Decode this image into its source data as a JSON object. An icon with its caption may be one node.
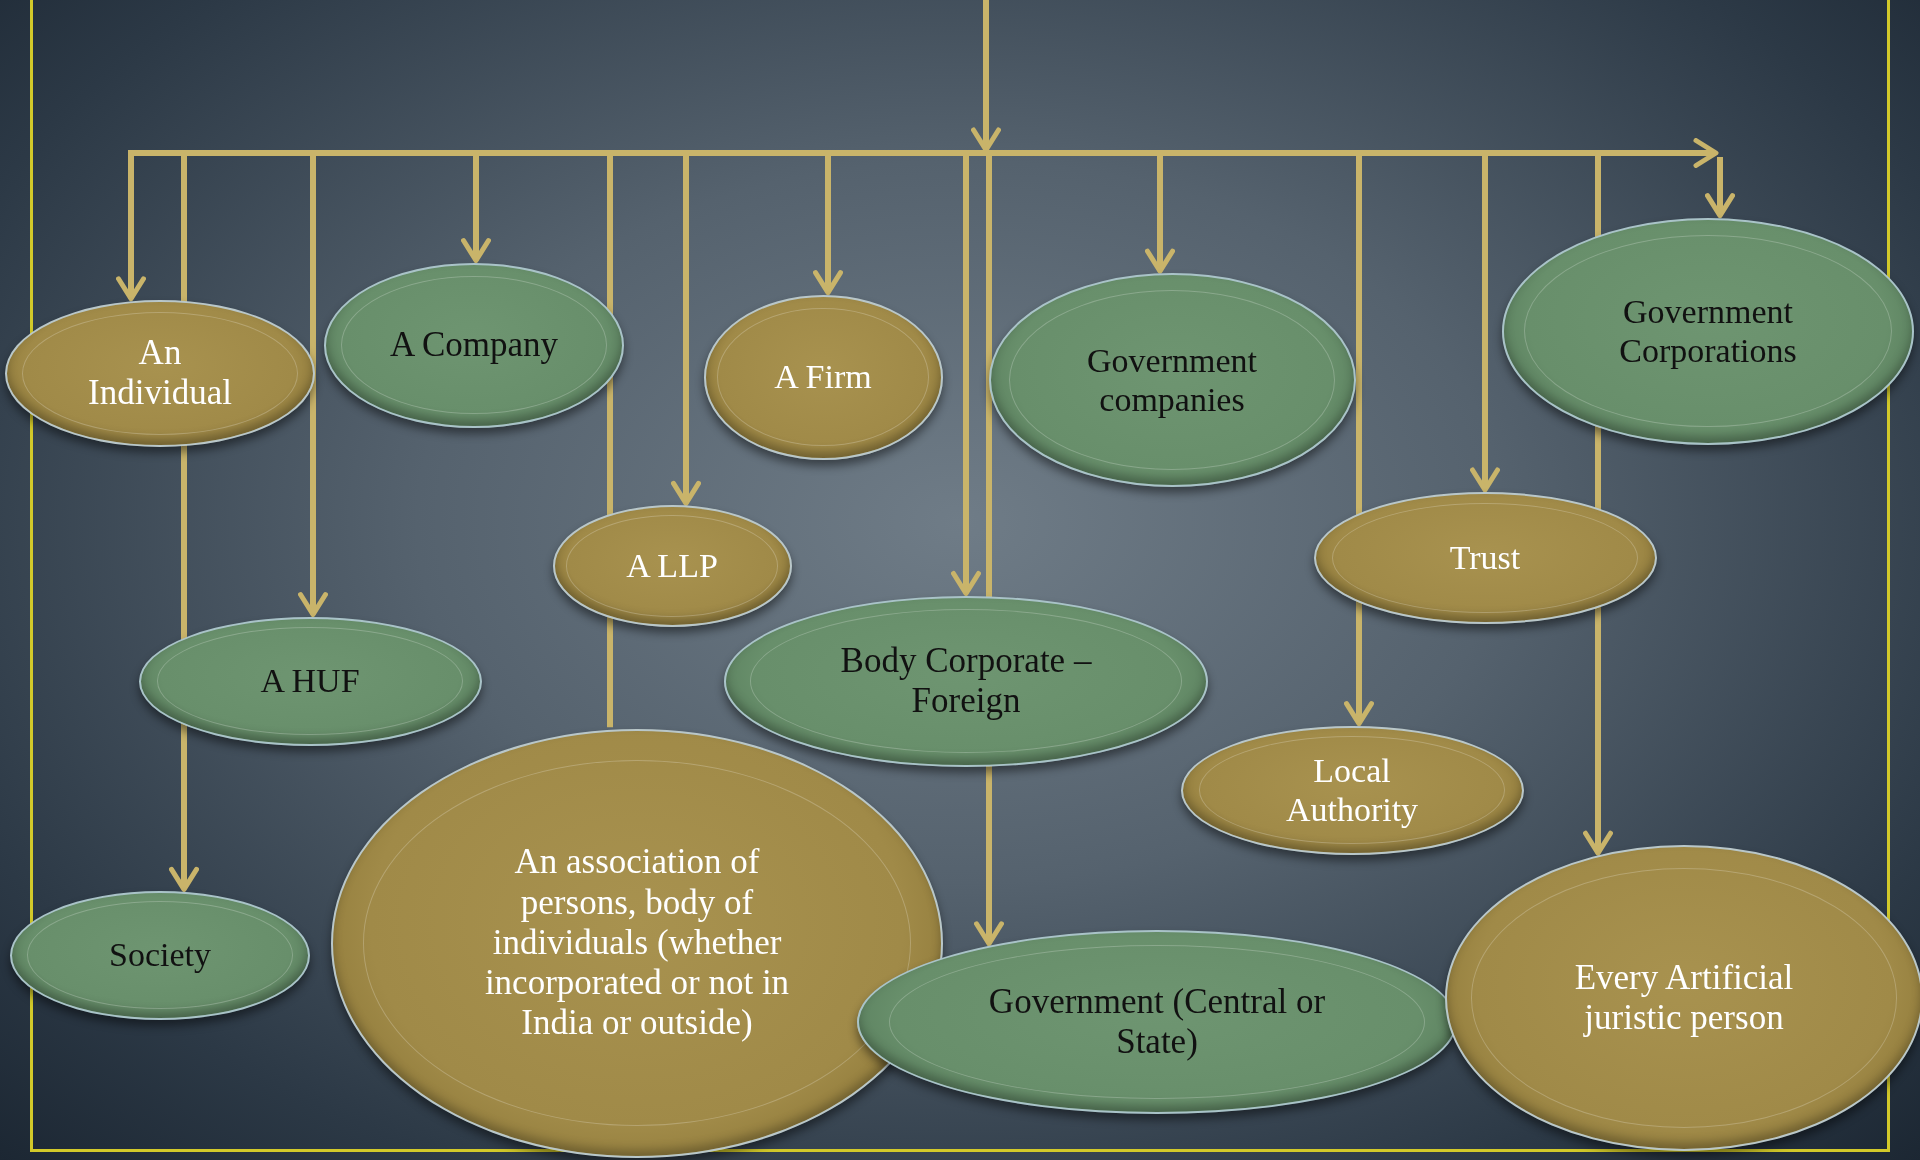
{
  "diagram": {
    "nodes": [
      {
        "text": [
          "An Individual"
        ]
      },
      {
        "text": [
          "A Company"
        ]
      },
      {
        "text": [
          "A Firm"
        ]
      },
      {
        "text": [
          "Government companies"
        ]
      },
      {
        "text": [
          "Government Corporations"
        ]
      },
      {
        "text": [
          "A LLP"
        ]
      },
      {
        "text": [
          "Trust"
        ]
      },
      {
        "text": [
          "A HUF"
        ]
      },
      {
        "text": [
          "Body Corporate – Foreign"
        ]
      },
      {
        "text": [
          "Local Authority"
        ]
      },
      {
        "text": [
          "Society"
        ]
      },
      {
        "text": [
          "An association of persons, body of individuals (whether incorporated or not in India or outside)"
        ]
      },
      {
        "text": [
          "Government (Central or State)"
        ]
      },
      {
        "text": [
          "Every Artificial juristic person"
        ]
      }
    ],
    "edges": [
      {
        "from": null,
        "to": 0,
        "arrow": "to"
      },
      {
        "from": null,
        "to": 10,
        "arrow": "to"
      },
      {
        "from": null,
        "to": 7,
        "arrow": "to"
      },
      {
        "from": null,
        "to": 1,
        "arrow": "to"
      },
      {
        "from": null,
        "to": 11,
        "arrow": "none"
      },
      {
        "from": null,
        "to": 5,
        "arrow": "to"
      },
      {
        "from": null,
        "to": 2,
        "arrow": "to"
      },
      {
        "from": null,
        "to": 8,
        "arrow": "to"
      },
      {
        "from": null,
        "to": 12,
        "arrow": "to"
      },
      {
        "from": null,
        "to": 3,
        "arrow": "to"
      },
      {
        "from": null,
        "to": 9,
        "arrow": "to"
      },
      {
        "from": null,
        "to": 6,
        "arrow": "to"
      },
      {
        "from": null,
        "to": 13,
        "arrow": "to"
      },
      {
        "from": null,
        "to": 4,
        "arrow": "to"
      }
    ]
  }
}
